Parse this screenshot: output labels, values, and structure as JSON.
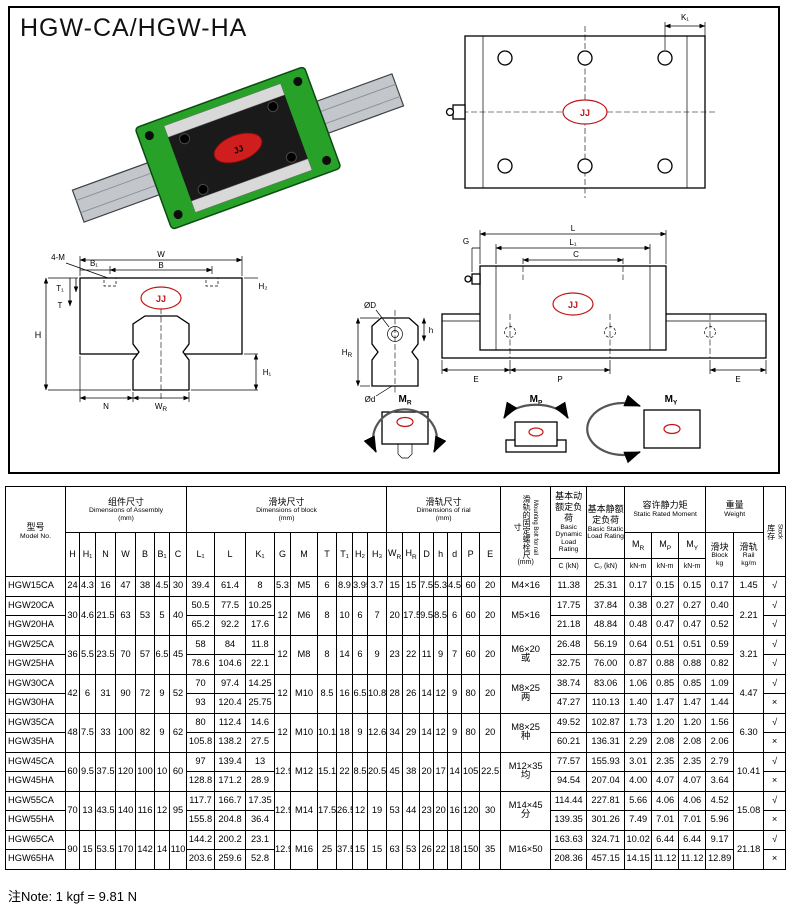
{
  "header": {
    "title": "HGW-CA/HGW-HA"
  },
  "page": {
    "note": "注Note: 1 kgf = 9.81 N"
  },
  "logo": {
    "text": "JJ"
  },
  "diagram_labels": {
    "top_view": {
      "k1": "K₁"
    },
    "front_view": {
      "four_m": "4-M",
      "w": "W",
      "b": "B",
      "b1": "B₁",
      "h2": "H₂",
      "t1": "T₁",
      "t": "T",
      "h": "H",
      "h1": "H₁",
      "n": "N",
      "wr_base": "W",
      "wr_sub": "R"
    },
    "rail_section": {
      "od": "ØD",
      "odl": "Ød",
      "hr_base": "H",
      "hr_sub": "R",
      "h": "h"
    },
    "side_view": {
      "g": "G",
      "l": "L",
      "l1": "L₁",
      "c": "C",
      "e1": "E",
      "p": "P",
      "e2": "E"
    },
    "moments": {
      "mr_base": "M",
      "mr_sub": "R",
      "mp_base": "M",
      "mp_sub": "P",
      "my_base": "M",
      "my_sub": "Y"
    }
  },
  "table": {
    "header": {
      "model_cn": "型号",
      "model_en": "Model No.",
      "assembly_cn": "组件尺寸",
      "assembly_en": "Dimensions of Assembly",
      "assembly_unit": "(mm)",
      "block_cn": "滑块尺寸",
      "block_en": "Dimensions of block",
      "block_unit": "(mm)",
      "rail_cn": "滑轨尺寸",
      "rail_en": "Dimensions of rial",
      "rail_unit": "(mm)",
      "bolt_cn": "滑轨的固定螺栓尺寸",
      "bolt_en": "Mounting Bolt for rail",
      "bolt_unit": "(mm)",
      "dyn_cn": "基本动额定负荷",
      "dyn_en": "Basic Dynamic Load Rating",
      "dyn_unit": "C (kN)",
      "stat_cn": "基本静额定负荷",
      "stat_en": "Basic Static Load Rating",
      "stat_unit": "C₀ (kN)",
      "moment_cn": "容许静力矩",
      "moment_en": "Static Rated Moment",
      "moment_unit": "kN-m",
      "weight_cn": "重量",
      "weight_en": "Weight",
      "block_w_cn": "滑块",
      "block_w_en": "Block",
      "block_w_unit": "kg",
      "rail_w_cn": "滑轨",
      "rail_w_en": "Rail",
      "rail_w_unit": "kg/m",
      "stock_cn": "库存",
      "stock_en": "Stock",
      "cols": {
        "h": "H",
        "h1": "H₁",
        "n": "N",
        "w": "W",
        "b": "B",
        "b1": "B₁",
        "c": "C",
        "l1": "L₁",
        "l": "L",
        "k1": "K₁",
        "g": "G",
        "m": "M",
        "t": "T",
        "t1": "T₁",
        "h2": "H₂",
        "h3": "H₃",
        "wr_base": "W",
        "wr_sub": "R",
        "hr_base": "H",
        "hr_sub": "R",
        "d_big": "D",
        "h_small": "h",
        "d_small": "d",
        "p": "P",
        "e": "E",
        "mr_base": "M",
        "mr_sub": "R",
        "mp_base": "M",
        "mp_sub": "P",
        "my_base": "M",
        "my_sub": "Y"
      }
    },
    "groups": [
      {
        "assembly": [
          "24",
          "4.3",
          "16",
          "47",
          "38",
          "4.5",
          "30"
        ],
        "block_common": [
          "5.3",
          "M5",
          "6",
          "8.9",
          "3.95",
          "3.7"
        ],
        "rail": [
          "15",
          "15",
          "7.5",
          "5.3",
          "4.5",
          "60",
          "20"
        ],
        "bolt": "M4×16",
        "bolt_note": "",
        "rail_weight": "1.45",
        "rows": [
          {
            "model": "HGW15CA",
            "l1": "39.4",
            "l": "61.4",
            "k1": "8",
            "c": "11.38",
            "c0": "25.31",
            "mr": "0.17",
            "mp": "0.15",
            "my": "0.15",
            "block_weight": "0.17",
            "stock": "√"
          }
        ]
      },
      {
        "assembly": [
          "30",
          "4.6",
          "21.5",
          "63",
          "53",
          "5",
          "40"
        ],
        "block_common": [
          "12",
          "M6",
          "8",
          "10",
          "6",
          "7"
        ],
        "rail": [
          "20",
          "17.5",
          "9.5",
          "8.5",
          "6",
          "60",
          "20"
        ],
        "bolt": "M5×16",
        "bolt_note": "",
        "rail_weight": "2.21",
        "rows": [
          {
            "model": "HGW20CA",
            "l1": "50.5",
            "l": "77.5",
            "k1": "10.25",
            "c": "17.75",
            "c0": "37.84",
            "mr": "0.38",
            "mp": "0.27",
            "my": "0.27",
            "block_weight": "0.40",
            "stock": "√"
          },
          {
            "model": "HGW20HA",
            "l1": "65.2",
            "l": "92.2",
            "k1": "17.6",
            "c": "21.18",
            "c0": "48.84",
            "mr": "0.48",
            "mp": "0.47",
            "my": "0.47",
            "block_weight": "0.52",
            "stock": "√"
          }
        ]
      },
      {
        "assembly": [
          "36",
          "5.5",
          "23.5",
          "70",
          "57",
          "6.5",
          "45"
        ],
        "block_common": [
          "12",
          "M8",
          "8",
          "14",
          "6",
          "9"
        ],
        "rail": [
          "23",
          "22",
          "11",
          "9",
          "7",
          "60",
          "20"
        ],
        "bolt": "M6×20",
        "bolt_note": "或",
        "rail_weight": "3.21",
        "rows": [
          {
            "model": "HGW25CA",
            "l1": "58",
            "l": "84",
            "k1": "11.8",
            "c": "26.48",
            "c0": "56.19",
            "mr": "0.64",
            "mp": "0.51",
            "my": "0.51",
            "block_weight": "0.59",
            "stock": "√"
          },
          {
            "model": "HGW25HA",
            "l1": "78.6",
            "l": "104.6",
            "k1": "22.1",
            "c": "32.75",
            "c0": "76.00",
            "mr": "0.87",
            "mp": "0.88",
            "my": "0.88",
            "block_weight": "0.82",
            "stock": "√"
          }
        ]
      },
      {
        "assembly": [
          "42",
          "6",
          "31",
          "90",
          "72",
          "9",
          "52"
        ],
        "block_common": [
          "12",
          "M10",
          "8.5",
          "16",
          "6.5",
          "10.8"
        ],
        "rail": [
          "28",
          "26",
          "14",
          "12",
          "9",
          "80",
          "20"
        ],
        "bolt": "M8×25",
        "bolt_note": "两",
        "rail_weight": "4.47",
        "rows": [
          {
            "model": "HGW30CA",
            "l1": "70",
            "l": "97.4",
            "k1": "14.25",
            "c": "38.74",
            "c0": "83.06",
            "mr": "1.06",
            "mp": "0.85",
            "my": "0.85",
            "block_weight": "1.09",
            "stock": "√"
          },
          {
            "model": "HGW30HA",
            "l1": "93",
            "l": "120.4",
            "k1": "25.75",
            "c": "47.27",
            "c0": "110.13",
            "mr": "1.40",
            "mp": "1.47",
            "my": "1.47",
            "block_weight": "1.44",
            "stock": "×"
          }
        ]
      },
      {
        "assembly": [
          "48",
          "7.5",
          "33",
          "100",
          "82",
          "9",
          "62"
        ],
        "block_common": [
          "12",
          "M10",
          "10.1",
          "18",
          "9",
          "12.6"
        ],
        "rail": [
          "34",
          "29",
          "14",
          "12",
          "9",
          "80",
          "20"
        ],
        "bolt": "M8×25",
        "bolt_note": "种",
        "rail_weight": "6.30",
        "rows": [
          {
            "model": "HGW35CA",
            "l1": "80",
            "l": "112.4",
            "k1": "14.6",
            "c": "49.52",
            "c0": "102.87",
            "mr": "1.73",
            "mp": "1.20",
            "my": "1.20",
            "block_weight": "1.56",
            "stock": "√"
          },
          {
            "model": "HGW35HA",
            "l1": "105.8",
            "l": "138.2",
            "k1": "27.5",
            "c": "60.21",
            "c0": "136.31",
            "mr": "2.29",
            "mp": "2.08",
            "my": "2.08",
            "block_weight": "2.06",
            "stock": "×"
          }
        ]
      },
      {
        "assembly": [
          "60",
          "9.5",
          "37.5",
          "120",
          "100",
          "10",
          "60"
        ],
        "block_common": [
          "12.9",
          "M12",
          "15.1",
          "22",
          "8.5",
          "20.5"
        ],
        "rail": [
          "45",
          "38",
          "20",
          "17",
          "14",
          "105",
          "22.5"
        ],
        "bolt": "M12×35",
        "bolt_note": "均",
        "rail_weight": "10.41",
        "rows": [
          {
            "model": "HGW45CA",
            "l1": "97",
            "l": "139.4",
            "k1": "13",
            "c": "77.57",
            "c0": "155.93",
            "mr": "3.01",
            "mp": "2.35",
            "my": "2.35",
            "block_weight": "2.79",
            "stock": "√"
          },
          {
            "model": "HGW45HA",
            "l1": "128.8",
            "l": "171.2",
            "k1": "28.9",
            "c": "94.54",
            "c0": "207.04",
            "mr": "4.00",
            "mp": "4.07",
            "my": "4.07",
            "block_weight": "3.64",
            "stock": "×"
          }
        ]
      },
      {
        "assembly": [
          "70",
          "13",
          "43.5",
          "140",
          "116",
          "12",
          "95"
        ],
        "block_common": [
          "12.9",
          "M14",
          "17.5",
          "26.5",
          "12",
          "19"
        ],
        "rail": [
          "53",
          "44",
          "23",
          "20",
          "16",
          "120",
          "30"
        ],
        "bolt": "M14×45",
        "bolt_note": "分",
        "rail_weight": "15.08",
        "rows": [
          {
            "model": "HGW55CA",
            "l1": "117.7",
            "l": "166.7",
            "k1": "17.35",
            "c": "114.44",
            "c0": "227.81",
            "mr": "5.66",
            "mp": "4.06",
            "my": "4.06",
            "block_weight": "4.52",
            "stock": "√"
          },
          {
            "model": "HGW55HA",
            "l1": "155.8",
            "l": "204.8",
            "k1": "36.4",
            "c": "139.35",
            "c0": "301.26",
            "mr": "7.49",
            "mp": "7.01",
            "my": "7.01",
            "block_weight": "5.96",
            "stock": "×"
          }
        ]
      },
      {
        "assembly": [
          "90",
          "15",
          "53.5",
          "170",
          "142",
          "14",
          "110"
        ],
        "block_common": [
          "12.9",
          "M16",
          "25",
          "37.5",
          "15",
          "15"
        ],
        "rail": [
          "63",
          "53",
          "26",
          "22",
          "18",
          "150",
          "35"
        ],
        "bolt": "M16×50",
        "bolt_note": "",
        "rail_weight": "21.18",
        "rows": [
          {
            "model": "HGW65CA",
            "l1": "144.2",
            "l": "200.2",
            "k1": "23.1",
            "c": "163.63",
            "c0": "324.71",
            "mr": "10.02",
            "mp": "6.44",
            "my": "6.44",
            "block_weight": "9.17",
            "stock": "√"
          },
          {
            "model": "HGW65HA",
            "l1": "203.6",
            "l": "259.6",
            "k1": "52.8",
            "c": "208.36",
            "c0": "457.15",
            "mr": "14.15",
            "mp": "11.12",
            "my": "11.12",
            "block_weight": "12.89",
            "stock": "×"
          }
        ]
      }
    ]
  }
}
